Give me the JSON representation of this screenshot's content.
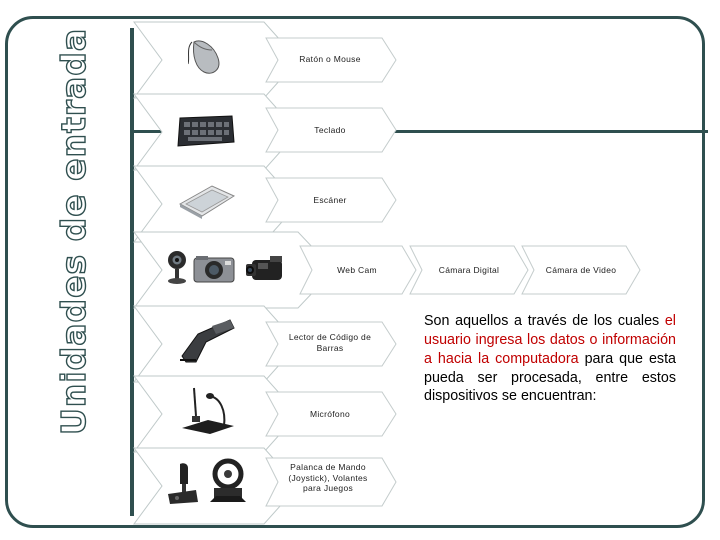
{
  "title": "Unidades de entrada",
  "devices": {
    "mouse": "Ratón o Mouse",
    "keyboard": "Teclado",
    "scanner": "Escáner",
    "webcam": "Web Cam",
    "digital_camera": "Cámara Digital",
    "video_camera": "Cámara de Video",
    "barcode": "Lector de Código de Barras",
    "microphone": "Micrófono",
    "joystick": "Palanca de Mando (Joystick), Volantes para Juegos"
  },
  "description": {
    "part1": "Son aquellos a través de los cuales ",
    "highlight": "el usuario ingresa los datos o información a hacia la computadora",
    "part2": " para que esta pueda ser procesada, entre estos dispositivos se encuentran:"
  },
  "colors": {
    "frame": "#2f4f4f",
    "highlight": "#c00000"
  },
  "icons": [
    "mouse-icon",
    "keyboard-icon",
    "scanner-icon",
    "webcam-icon",
    "camera-icon",
    "camcorder-icon",
    "barcode-scanner-icon",
    "microphone-icon",
    "joystick-icon",
    "steering-wheel-icon"
  ]
}
